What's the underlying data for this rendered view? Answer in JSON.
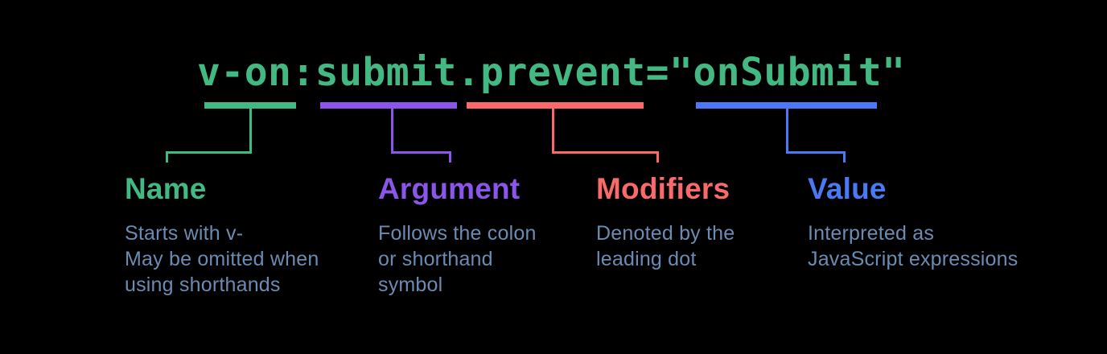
{
  "background_color": "#000000",
  "code": {
    "text": "v-on:submit.prevent=\"onSubmit\"",
    "color": "#42b883"
  },
  "description_color": "#6a8cb3",
  "parts": [
    {
      "id": "name",
      "label": "Name",
      "color": "#42b883",
      "code_segment": "v-on",
      "description": "Starts with v-\nMay be omitted when\nusing shorthands"
    },
    {
      "id": "argument",
      "label": "Argument",
      "color": "#8a55e8",
      "code_segment": "submit",
      "description": "Follows the colon\nor shorthand\nsymbol"
    },
    {
      "id": "modifiers",
      "label": "Modifiers",
      "color": "#fa6a6a",
      "code_segment": ".prevent",
      "description": "Denoted by the\nleading dot"
    },
    {
      "id": "value",
      "label": "Value",
      "color": "#4a79f5",
      "code_segment": "onSubmit",
      "description": "Interpreted as\nJavaScript expressions"
    }
  ]
}
